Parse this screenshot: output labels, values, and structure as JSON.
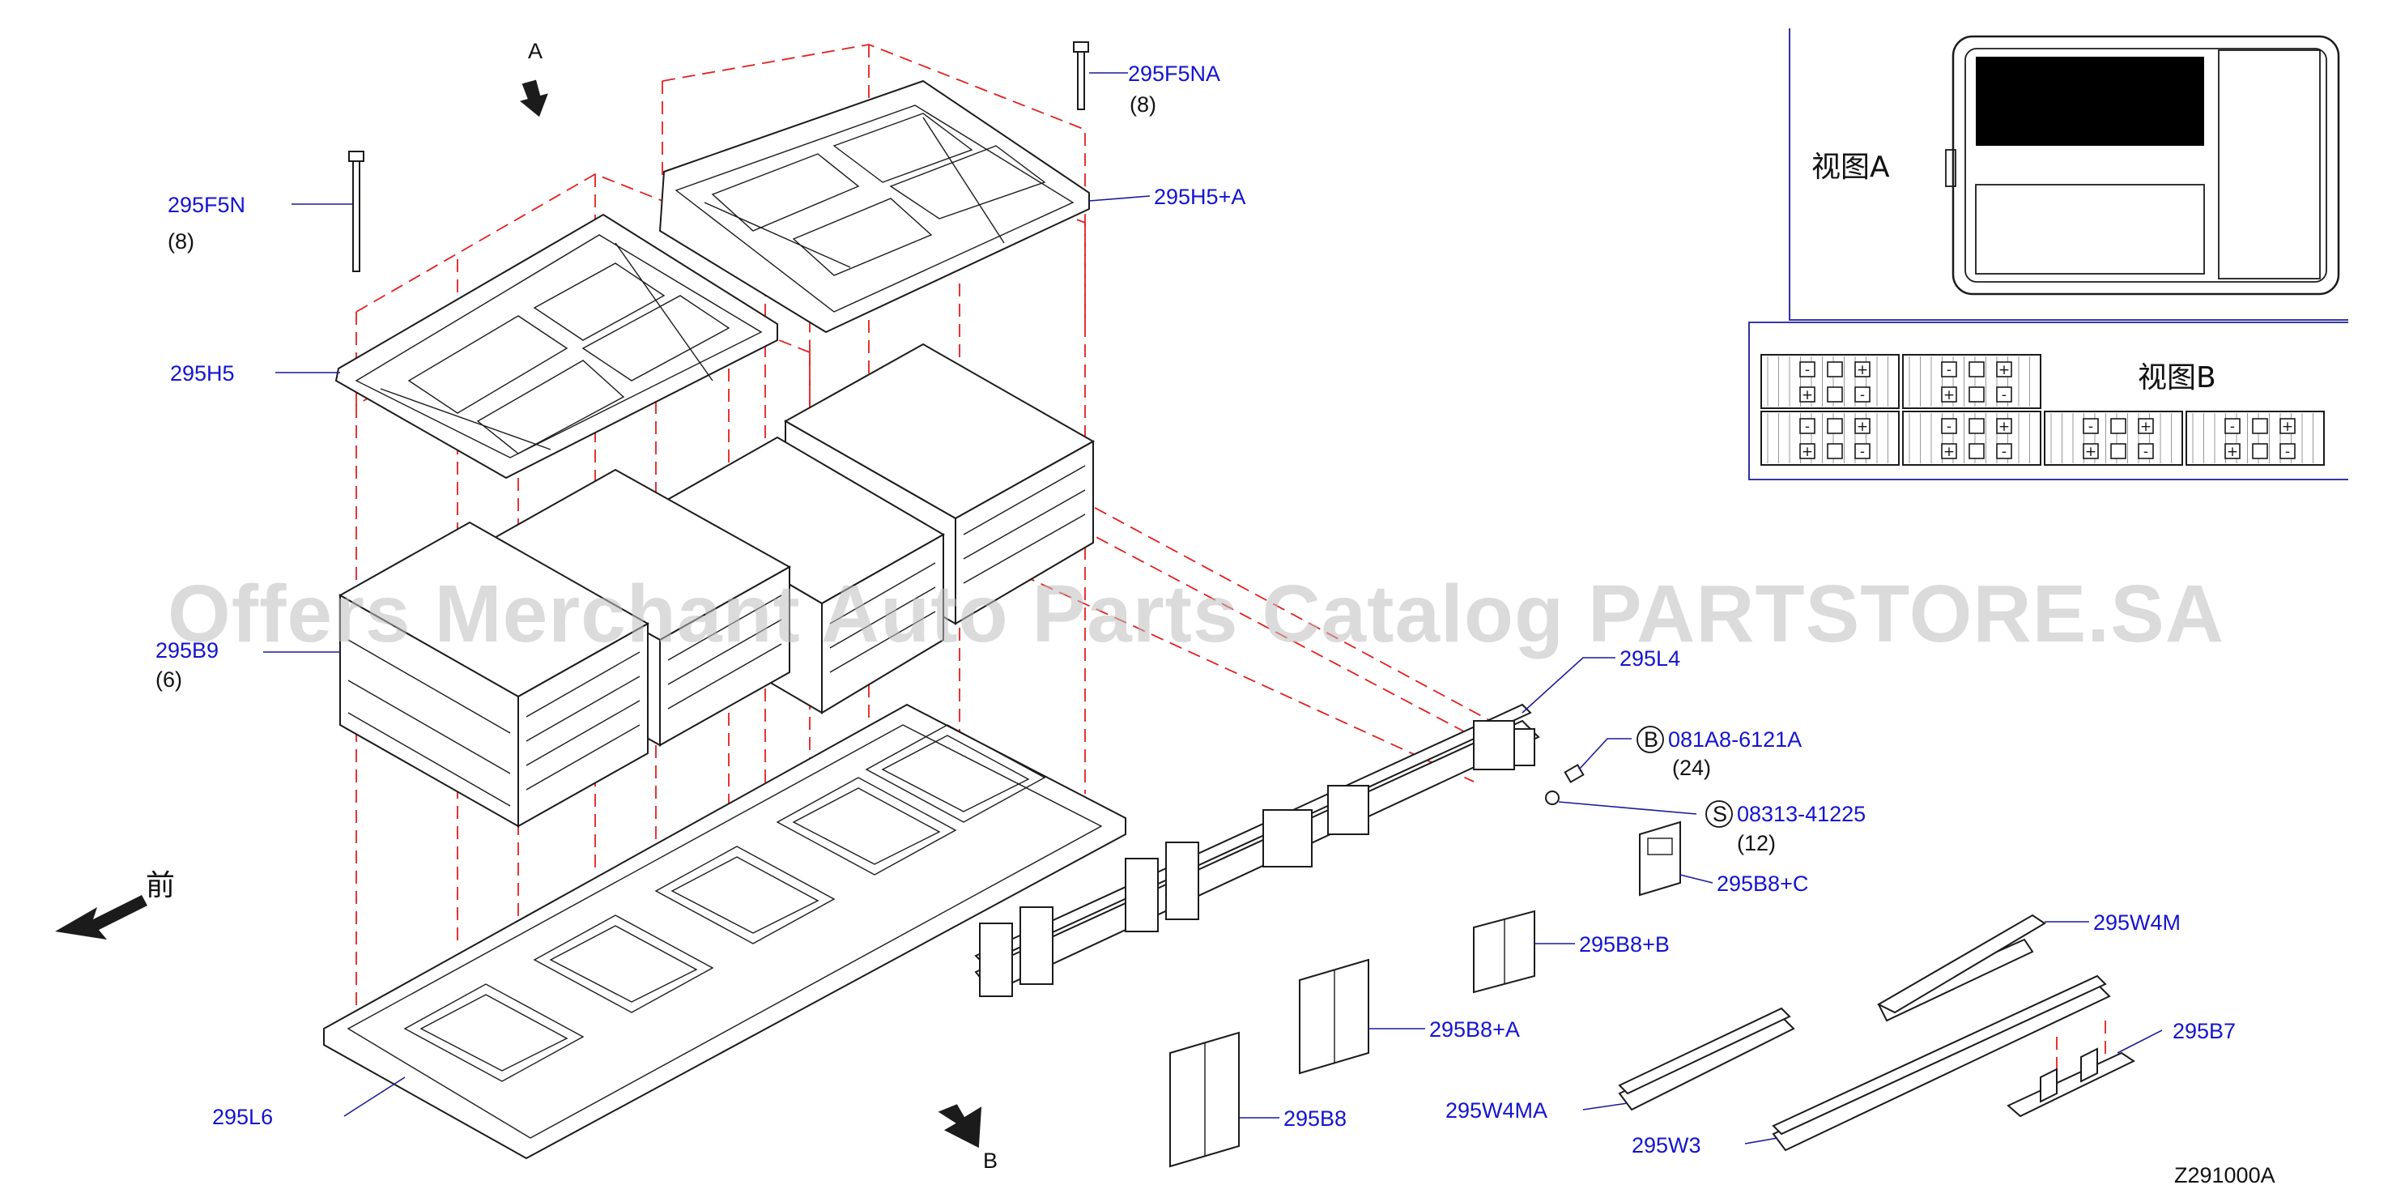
{
  "labels": {
    "f5na": "295F5NA",
    "f5na_qty": "(8)",
    "f5n": "295F5N",
    "f5n_qty": "(8)",
    "h5a": "295H5+A",
    "h5": "295H5",
    "b9": "295B9",
    "b9_qty": "(6)",
    "l4": "295L4",
    "bolt_b": "081A8-6121A",
    "bolt_b_qty": "(24)",
    "bolt_b_mark": "B",
    "nut_s": "08313-41225",
    "nut_s_qty": "(12)",
    "nut_s_mark": "S",
    "b8c": "295B8+C",
    "b8b": "295B8+B",
    "b8a": "295B8+A",
    "b8": "295B8",
    "w4m": "295W4M",
    "w4ma": "295W4MA",
    "w3": "295W3",
    "b7": "295B7",
    "l6": "295L6"
  },
  "arrows": {
    "view_a": "A",
    "view_b": "B",
    "front": "前"
  },
  "views": {
    "view_a_title": "视图A",
    "view_b_title": "视图B"
  },
  "terminal_symbols": {
    "neg": "-",
    "neutral": "",
    "pos": "+"
  },
  "diagram_code": "Z291000A",
  "watermark": "Offers Merchant Auto Parts Catalog PARTSTORE.SA",
  "colors": {
    "callout": "#1414d2",
    "projection_line": "#e41f1f",
    "line": "#1b1b1b"
  }
}
